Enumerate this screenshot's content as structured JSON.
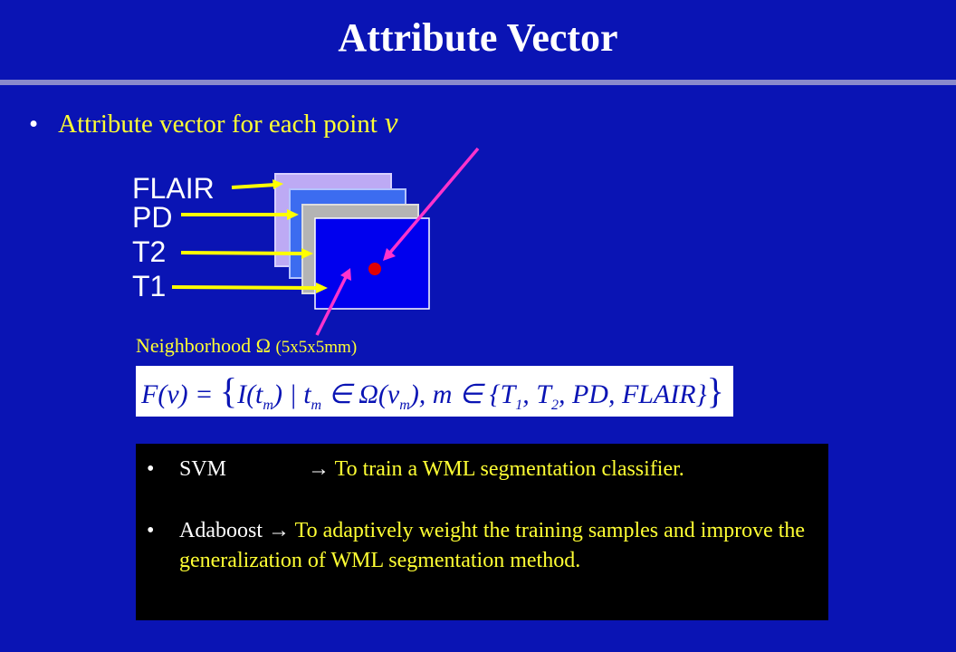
{
  "slide": {
    "title": "Attribute Vector",
    "bullet": {
      "marker": "•",
      "text": "Attribute vector for each point",
      "variable": "v"
    },
    "modalities": [
      "FLAIR",
      "PD",
      "T2",
      "T1"
    ],
    "neighborhood": {
      "label": "Neighborhood Ω",
      "size": "(5x5x5mm)"
    },
    "formula": {
      "lhs": "F(v) = ",
      "open": "{",
      "body": "I(t",
      "sub1": "m",
      "mid1": ") | t",
      "sub2": "m",
      "mid2": " ∈ Ω(v",
      "sub3": "m",
      "mid3": "), m ∈ {T",
      "sub4": "1",
      "mid4": ", T",
      "sub5": "2",
      "mid5": ", PD, FLAIR}",
      "close": "}"
    },
    "methods": [
      {
        "marker": "•",
        "term": "SVM",
        "arrow": "→",
        "text": "To train a WML segmentation classifier."
      },
      {
        "marker": "•",
        "term": "Adaboost",
        "arrow": "→",
        "text": "To adaptively weight the training samples and improve the generalization of WML segmentation method."
      }
    ],
    "colors": {
      "background": "#0a14b4",
      "text_yellow": "#ffff33",
      "connector_yellow": "#ffff00",
      "pointer_magenta": "#ff33cc",
      "point_red": "#e00000",
      "flair_plane": "#bdaaf4",
      "pd_plane": "#3c6cf0",
      "t2_plane": "#b4b4b4",
      "t1_plane": "#0000ee"
    }
  }
}
